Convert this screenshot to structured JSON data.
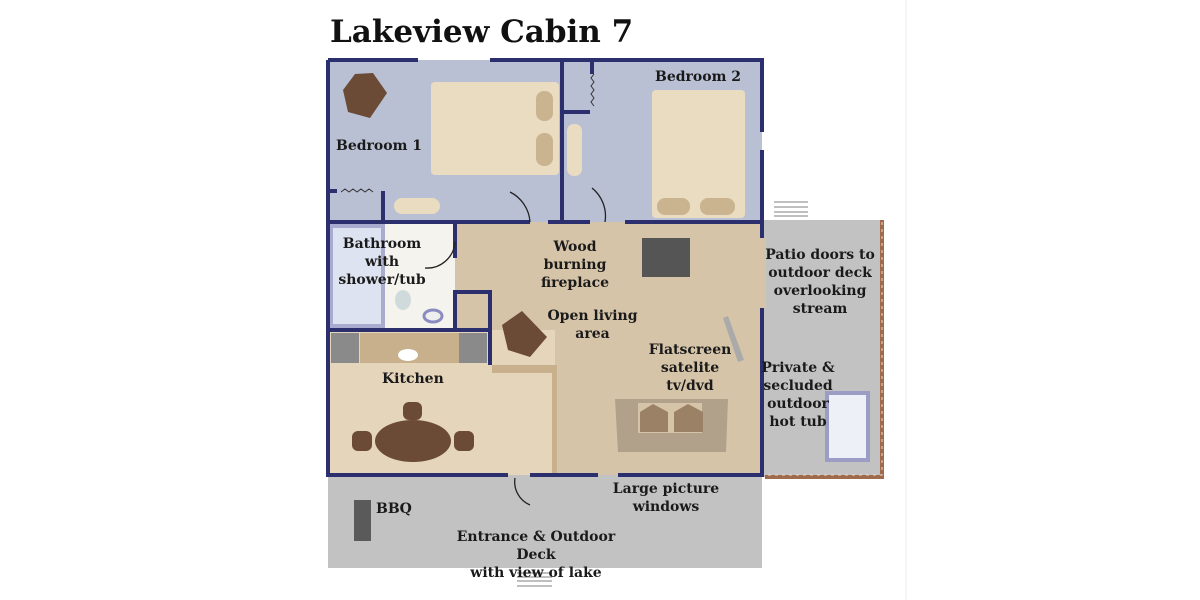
{
  "title": "Lakeview Cabin 7",
  "rooms": {
    "bedroom1": "Bedroom 1",
    "bedroom2": "Bedroom 2",
    "bathroom": "Bathroom\nwith\nshower/tub",
    "fireplace": "Wood burning\nfireplace",
    "living": "Open living\narea",
    "tv": "Flatscreen\nsatelite\ntv/dvd",
    "kitchen": "Kitchen",
    "patio": "Patio doors to\noutdoor deck\noverlooking\nstream",
    "hottub": "Private &\nsecluded\noutdoor\nhot tub",
    "windows": "Large picture\nwindows",
    "bbq": "BBQ",
    "entrance": "Entrance & Outdoor Deck\nwith view of lake"
  },
  "colors": {
    "wall": "#2b2f6e",
    "bedroom": "#b9c0d3",
    "living": "#d6c4a8",
    "deck": "#c2c2c2",
    "furniture": "#6b4a36",
    "bed": "#eadcc0",
    "railing": "#a06a4c"
  }
}
